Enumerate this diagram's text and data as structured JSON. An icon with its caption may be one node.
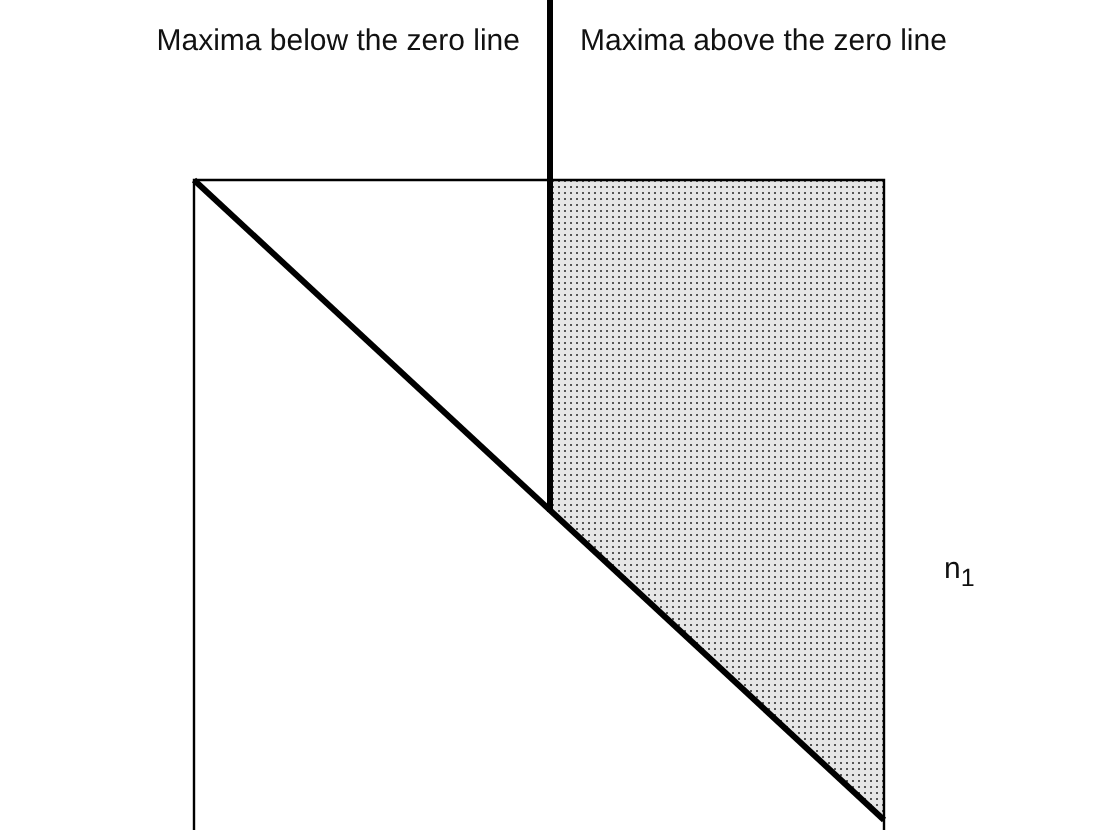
{
  "diagram": {
    "labels": [
      "Maxima below the zero line",
      "Maxima above the zero line",
      "n$_{1}$"
    ]
  }
}
